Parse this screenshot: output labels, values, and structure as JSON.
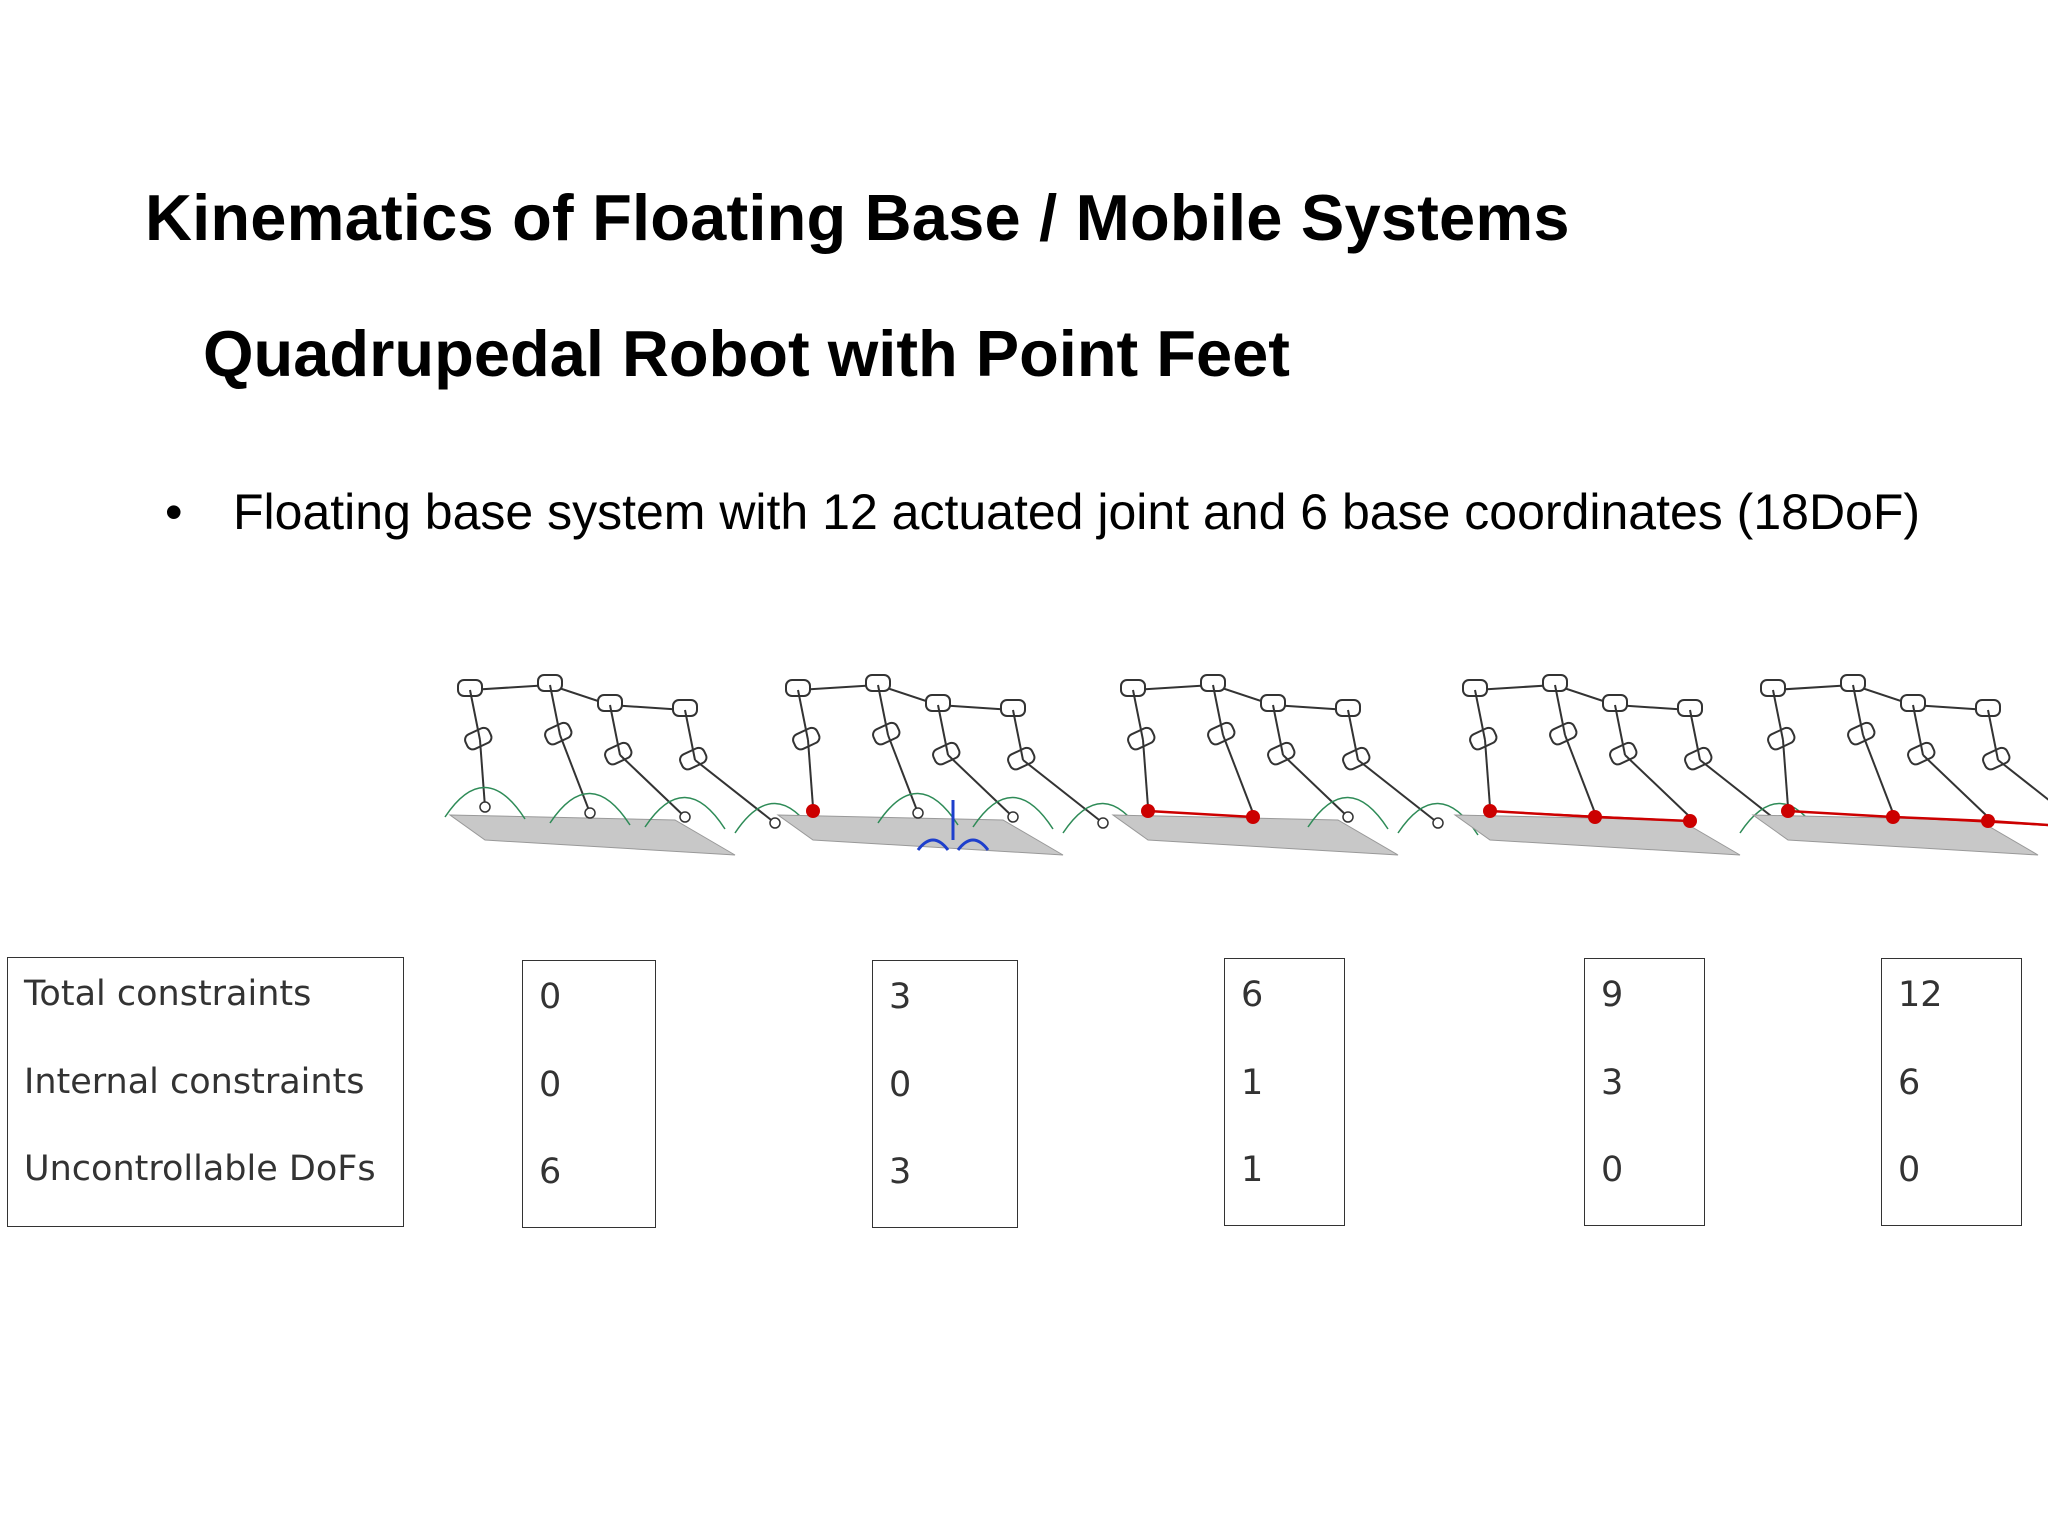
{
  "slide": {
    "title": "Kinematics of Floating Base / Mobile Systems",
    "subtitle": "Quadrupedal Robot with Point Feet",
    "bullet_symbol": "•",
    "bullet_text": "Floating base system with 12 actuated joint and 6 base coordinates (18DoF)"
  },
  "table": {
    "row_labels": [
      "Total constraints",
      "Internal constraints",
      "Uncontrollable DoFs"
    ],
    "columns": [
      {
        "total": "0",
        "internal": "0",
        "uncontrollable": "6"
      },
      {
        "total": "3",
        "internal": "0",
        "uncontrollable": "3"
      },
      {
        "total": "6",
        "internal": "1",
        "uncontrollable": "1"
      },
      {
        "total": "9",
        "internal": "3",
        "uncontrollable": "0"
      },
      {
        "total": "12",
        "internal": "6",
        "uncontrollable": "0"
      }
    ]
  },
  "figures": {
    "count": 5,
    "contact_counts": [
      0,
      1,
      2,
      3,
      4
    ],
    "colors": {
      "ground": "#c8c8c8",
      "leg": "#333333",
      "arc": "#2e8b57",
      "contact": "#cc0000",
      "base_axes": "#1e3fcc"
    },
    "icons": [
      "quadruped-robot-icon"
    ]
  }
}
